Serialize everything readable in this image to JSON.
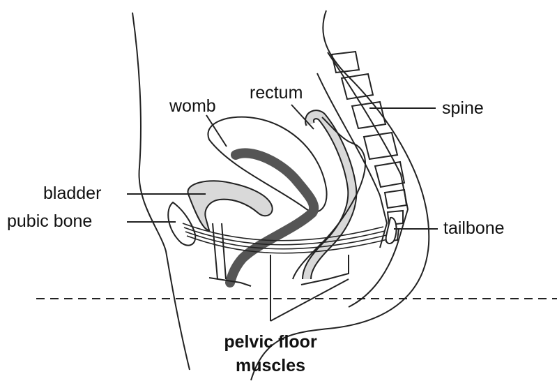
{
  "diagram": {
    "labels": {
      "womb": "womb",
      "rectum": "rectum",
      "spine": "spine",
      "bladder": "bladder",
      "pubic_bone": "pubic bone",
      "tailbone": "tailbone",
      "pelvic_floor_line1": "pelvic floor",
      "pelvic_floor_line2": "muscles"
    },
    "colors": {
      "line": "#222222",
      "organ_fill": "#d9d9d9",
      "womb_cavity": "#555555"
    }
  }
}
